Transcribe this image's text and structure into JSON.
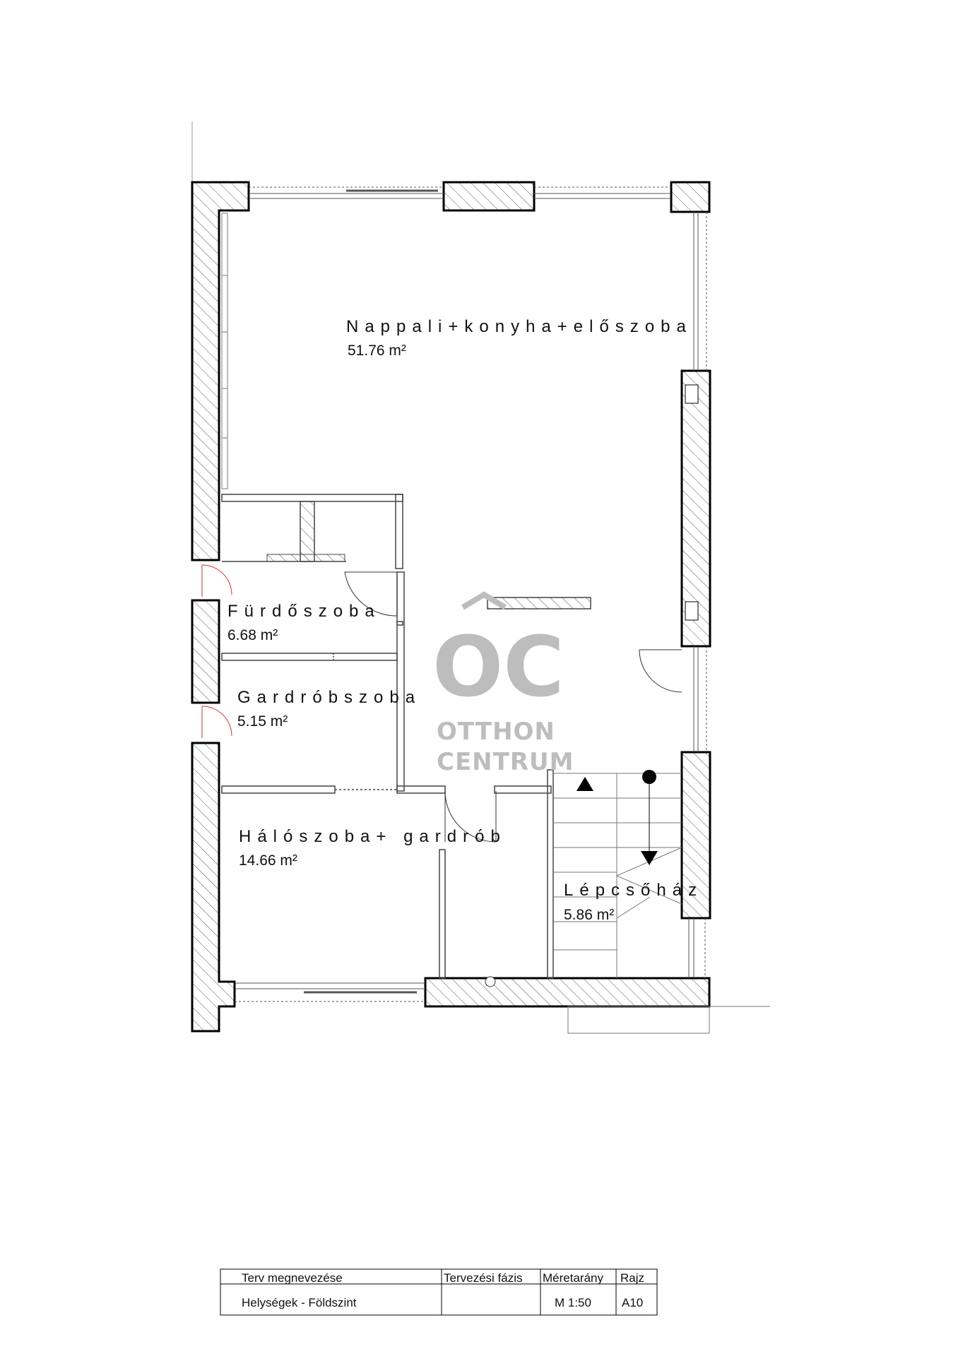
{
  "rooms": [
    {
      "name": "Nappali+konyha+előszoba",
      "area": "51.76 m²"
    },
    {
      "name": "Fürdőszoba",
      "area": "6.68 m²"
    },
    {
      "name": "Gardróbszoba",
      "area": "5.15 m²"
    },
    {
      "name": "Hálószoba+ gardrób",
      "area": "14.66 m²"
    },
    {
      "name": "Lépcsőház",
      "area": "5.86 m²"
    }
  ],
  "watermark": {
    "mark": "OC",
    "line1": "OTTHON",
    "line2": "CENTRUM",
    "color": "#bdbdbd"
  },
  "title_block": {
    "headers": [
      "Terv megnevezése",
      "Tervezési fázis",
      "Méretarány",
      "Rajz"
    ],
    "values": [
      "Helységek - Földszint",
      "",
      "M 1:50",
      "A10"
    ]
  },
  "colors": {
    "wall": "#000000",
    "hatch": "#444444",
    "door_swing": "#d03030"
  }
}
